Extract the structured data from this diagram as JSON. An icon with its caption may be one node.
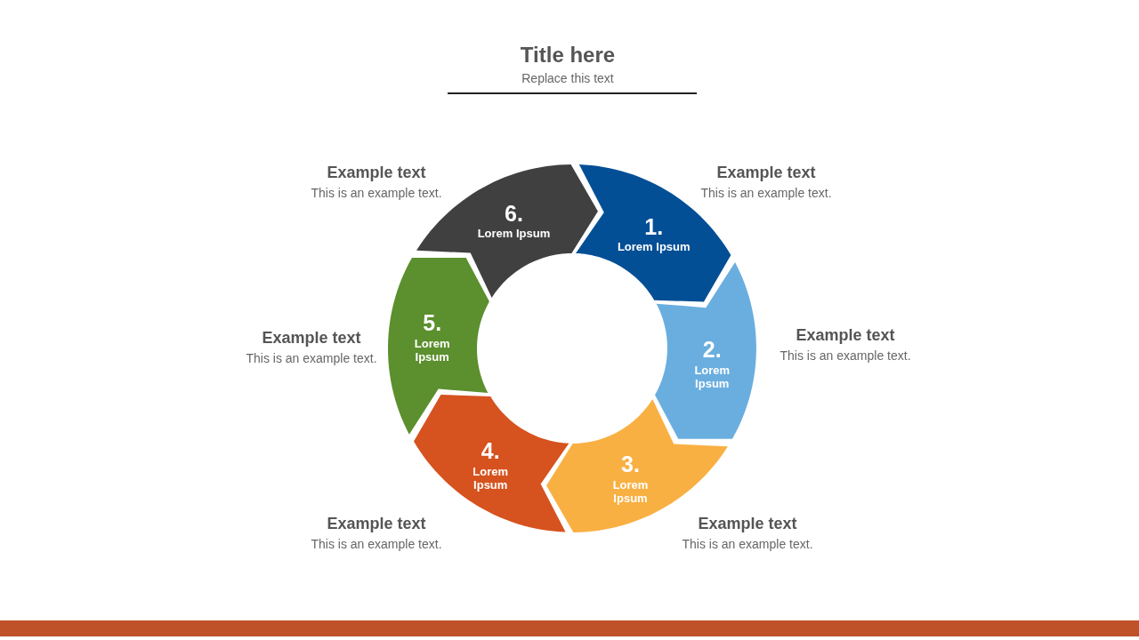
{
  "diagram": {
    "title": "Title here",
    "nodes": [
      {
        "text": [
          "1.",
          "Lorem Ipsum"
        ]
      },
      {
        "text": [
          "2.",
          "Lorem Ipsum"
        ]
      },
      {
        "text": [
          "3.",
          "Lorem Ipsum"
        ]
      },
      {
        "text": [
          "4.",
          "Lorem Ipsum"
        ]
      },
      {
        "text": [
          "5.",
          "Lorem Ipsum"
        ]
      },
      {
        "text": [
          "6.",
          "Lorem Ipsum"
        ]
      }
    ],
    "edges": [],
    "labels": [
      "Replace this text",
      "Example text",
      "This is an example text.",
      "Example text",
      "This is an example text.",
      "Example text",
      "This is an example text.",
      "Example text",
      "This is an example text.",
      "Example text",
      "This is an example text.",
      "Example text",
      "This is an example text."
    ]
  }
}
